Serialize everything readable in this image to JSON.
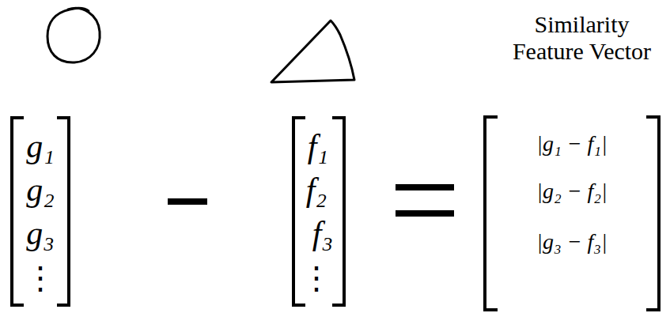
{
  "diagram": {
    "labels": [
      "Similarity Feature Vector",
      "g₁",
      "g₂",
      "g₃",
      "⋮",
      "f₁",
      "f₂",
      "f₃",
      "⋮",
      "|g₁ − f₁|",
      "|g₂ − f₂|",
      "|g₃ − f₃|"
    ]
  }
}
